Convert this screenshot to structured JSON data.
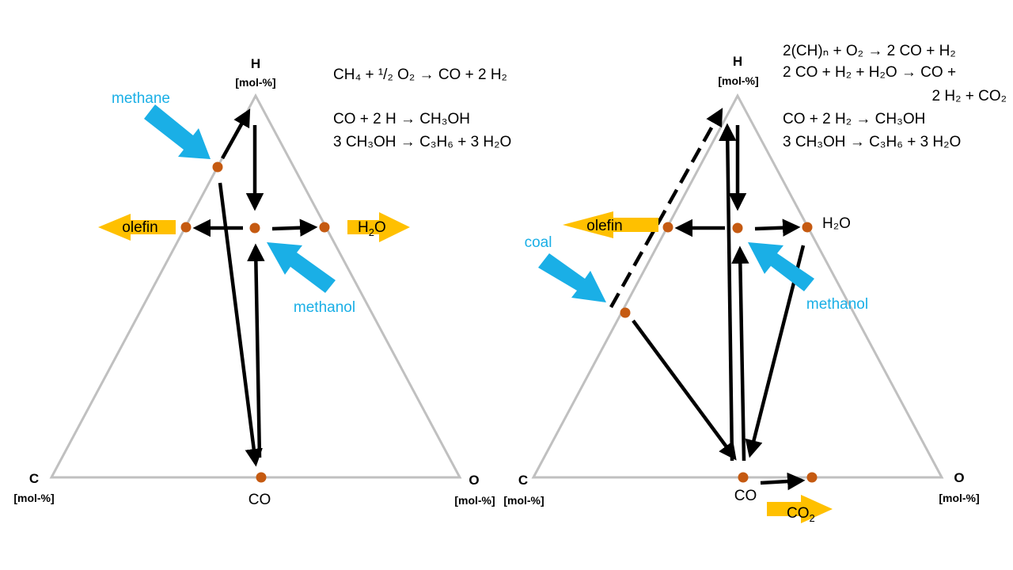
{
  "left": {
    "vertices": {
      "h": "H",
      "c": "C",
      "o": "O"
    },
    "unit": "[mol-%]",
    "labels": {
      "methane": "methane",
      "methanol": "methanol",
      "olefin": "olefin",
      "h2o": "H",
      "h2o_sub": "2",
      "h2o_tail": "O",
      "co": "CO"
    },
    "equations": [
      "CH₄ + ¹/₂ O₂ → CO + 2 H₂",
      "CO + 2 H → CH₃OH",
      "3 CH₃OH → C₃H₆ + 3 H₂O"
    ]
  },
  "right": {
    "vertices": {
      "h": "H",
      "c": "C",
      "o": "O"
    },
    "unit": "[mol-%]",
    "labels": {
      "coal": "coal",
      "methanol": "methanol",
      "olefin": "olefin",
      "h2o": "H₂O",
      "co": "CO",
      "co2": "CO",
      "co2_sub": "2"
    },
    "equations": [
      "2(CH)ₙ + O₂ → 2 CO + H₂",
      "2 CO + H₂ + H₂O → CO +",
      "2 H₂ + CO₂",
      "CO + 2 H₂ → CH₃OH",
      "3 CH₃OH → C₃H₆ + 3 H₂O"
    ]
  },
  "colors": {
    "triangle": "#C0C0C0",
    "node": "#C55A11",
    "feed_arrow": "#1AAFE6",
    "product_arrow": "#FFC000"
  }
}
